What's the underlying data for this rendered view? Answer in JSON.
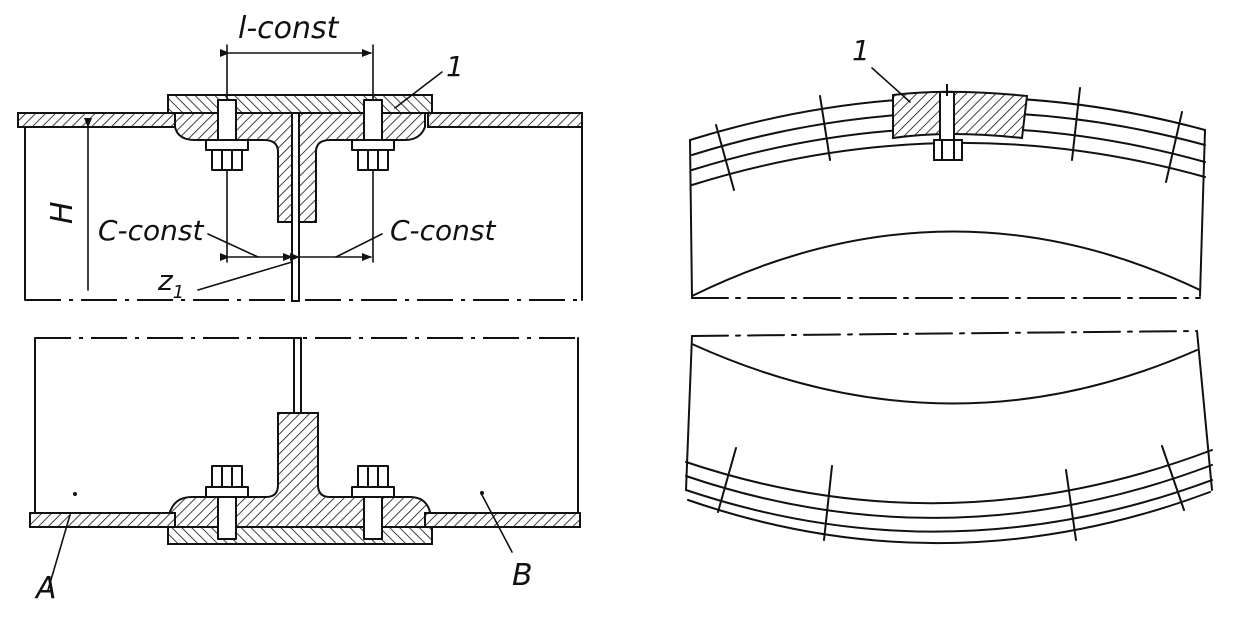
{
  "labels": {
    "l_const": "l-const",
    "part_1_left": "1",
    "part_1_right": "1",
    "H": "H",
    "c_const_left": "C-const",
    "c_const_right": "C-const",
    "z1": "z",
    "z1_sub": "1",
    "A": "A",
    "B": "B"
  }
}
